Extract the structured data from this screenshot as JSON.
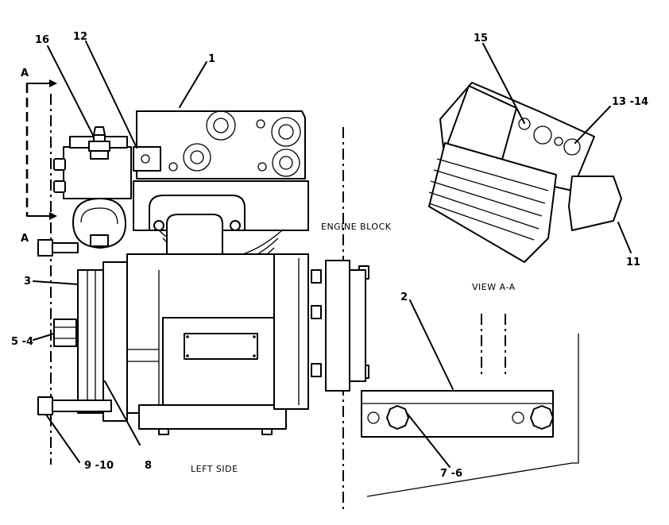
{
  "callouts": {
    "c1": "1",
    "c2": "2",
    "c3": "3",
    "c5_4": "5 -4",
    "c7_6": "7 -6",
    "c8": "8",
    "c9_10": "9 -10",
    "c11": "11",
    "c12": "12",
    "c13_14": "13 -14",
    "c15": "15",
    "c16": "16"
  },
  "section_marks": {
    "top": "A",
    "bottom": "A"
  },
  "captions": {
    "engine_block": "ENGINE BLOCK",
    "view": "VIEW A-A",
    "left_side": "LEFT SIDE"
  }
}
